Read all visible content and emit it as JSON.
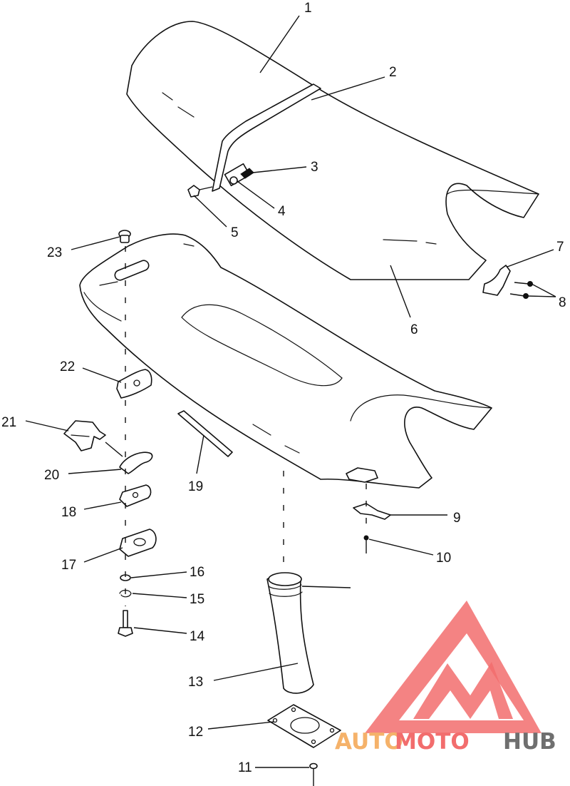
{
  "callouts": [
    {
      "id": "1",
      "label": "1"
    },
    {
      "id": "2",
      "label": "2"
    },
    {
      "id": "3",
      "label": "3"
    },
    {
      "id": "4",
      "label": "4"
    },
    {
      "id": "5",
      "label": "5"
    },
    {
      "id": "6",
      "label": "6"
    },
    {
      "id": "7",
      "label": "7"
    },
    {
      "id": "8",
      "label": "8"
    },
    {
      "id": "9",
      "label": "9"
    },
    {
      "id": "10",
      "label": "10"
    },
    {
      "id": "11",
      "label": "11"
    },
    {
      "id": "12",
      "label": "12"
    },
    {
      "id": "13",
      "label": "13"
    },
    {
      "id": "14",
      "label": "14"
    },
    {
      "id": "15",
      "label": "15"
    },
    {
      "id": "16",
      "label": "16"
    },
    {
      "id": "17",
      "label": "17"
    },
    {
      "id": "18",
      "label": "18"
    },
    {
      "id": "19",
      "label": "19"
    },
    {
      "id": "20",
      "label": "20"
    },
    {
      "id": "21",
      "label": "21"
    },
    {
      "id": "22",
      "label": "22"
    },
    {
      "id": "23",
      "label": "23"
    }
  ],
  "watermark": {
    "text_part1": "AUTO",
    "text_part2": "MOTO",
    "text_part3": "HUB",
    "color_primary": "#f26d6d",
    "color_secondary": "#f5b26a",
    "color_tertiary": "#6f6f6f"
  }
}
